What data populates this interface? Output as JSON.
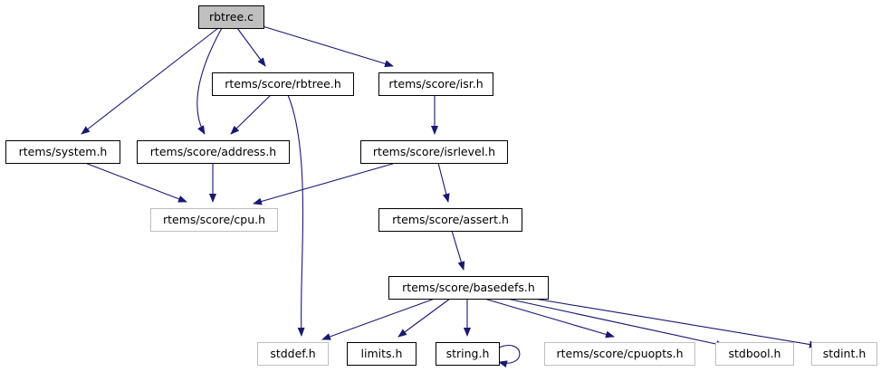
{
  "graph": {
    "nodes": [
      {
        "id": "rbtree_c",
        "label": "rbtree.c",
        "style": "focus"
      },
      {
        "id": "rtems_system_h",
        "label": "rtems/system.h",
        "style": "normal"
      },
      {
        "id": "rtems_score_address_h",
        "label": "rtems/score/address.h",
        "style": "normal"
      },
      {
        "id": "rtems_score_rbtree_h",
        "label": "rtems/score/rbtree.h",
        "style": "normal"
      },
      {
        "id": "rtems_score_isr_h",
        "label": "rtems/score/isr.h",
        "style": "normal"
      },
      {
        "id": "rtems_score_cpu_h",
        "label": "rtems/score/cpu.h",
        "style": "external"
      },
      {
        "id": "rtems_score_isrlevel_h",
        "label": "rtems/score/isrlevel.h",
        "style": "normal"
      },
      {
        "id": "rtems_score_assert_h",
        "label": "rtems/score/assert.h",
        "style": "normal"
      },
      {
        "id": "rtems_score_basedefs_h",
        "label": "rtems/score/basedefs.h",
        "style": "normal"
      },
      {
        "id": "stddef_h",
        "label": "stddef.h",
        "style": "external"
      },
      {
        "id": "limits_h",
        "label": "limits.h",
        "style": "normal"
      },
      {
        "id": "string_h",
        "label": "string.h",
        "style": "normal"
      },
      {
        "id": "rtems_score_cpuopts_h",
        "label": "rtems/score/cpuopts.h",
        "style": "external"
      },
      {
        "id": "stdbool_h",
        "label": "stdbool.h",
        "style": "external"
      },
      {
        "id": "stdint_h",
        "label": "stdint.h",
        "style": "external"
      }
    ],
    "edges": [
      {
        "from": "rbtree_c",
        "to": "rtems_system_h"
      },
      {
        "from": "rbtree_c",
        "to": "rtems_score_address_h"
      },
      {
        "from": "rbtree_c",
        "to": "rtems_score_rbtree_h"
      },
      {
        "from": "rbtree_c",
        "to": "rtems_score_isr_h"
      },
      {
        "from": "rtems_score_rbtree_h",
        "to": "rtems_score_address_h"
      },
      {
        "from": "rtems_score_rbtree_h",
        "to": "stddef_h"
      },
      {
        "from": "rtems_score_isr_h",
        "to": "rtems_score_isrlevel_h"
      },
      {
        "from": "rtems_system_h",
        "to": "rtems_score_cpu_h"
      },
      {
        "from": "rtems_score_address_h",
        "to": "rtems_score_cpu_h"
      },
      {
        "from": "rtems_score_isrlevel_h",
        "to": "rtems_score_cpu_h"
      },
      {
        "from": "rtems_score_isrlevel_h",
        "to": "rtems_score_assert_h"
      },
      {
        "from": "rtems_score_assert_h",
        "to": "rtems_score_basedefs_h"
      },
      {
        "from": "rtems_score_basedefs_h",
        "to": "stddef_h"
      },
      {
        "from": "rtems_score_basedefs_h",
        "to": "limits_h"
      },
      {
        "from": "rtems_score_basedefs_h",
        "to": "string_h"
      },
      {
        "from": "rtems_score_basedefs_h",
        "to": "rtems_score_cpuopts_h"
      },
      {
        "from": "rtems_score_basedefs_h",
        "to": "stdbool_h"
      },
      {
        "from": "rtems_score_basedefs_h",
        "to": "stdint_h"
      },
      {
        "from": "string_h",
        "to": "string_h"
      }
    ]
  },
  "colors": {
    "edge": "#191970",
    "focus_fill": "#bfbfbf",
    "external_border": "#bfbfbf",
    "normal_border": "#000000"
  }
}
